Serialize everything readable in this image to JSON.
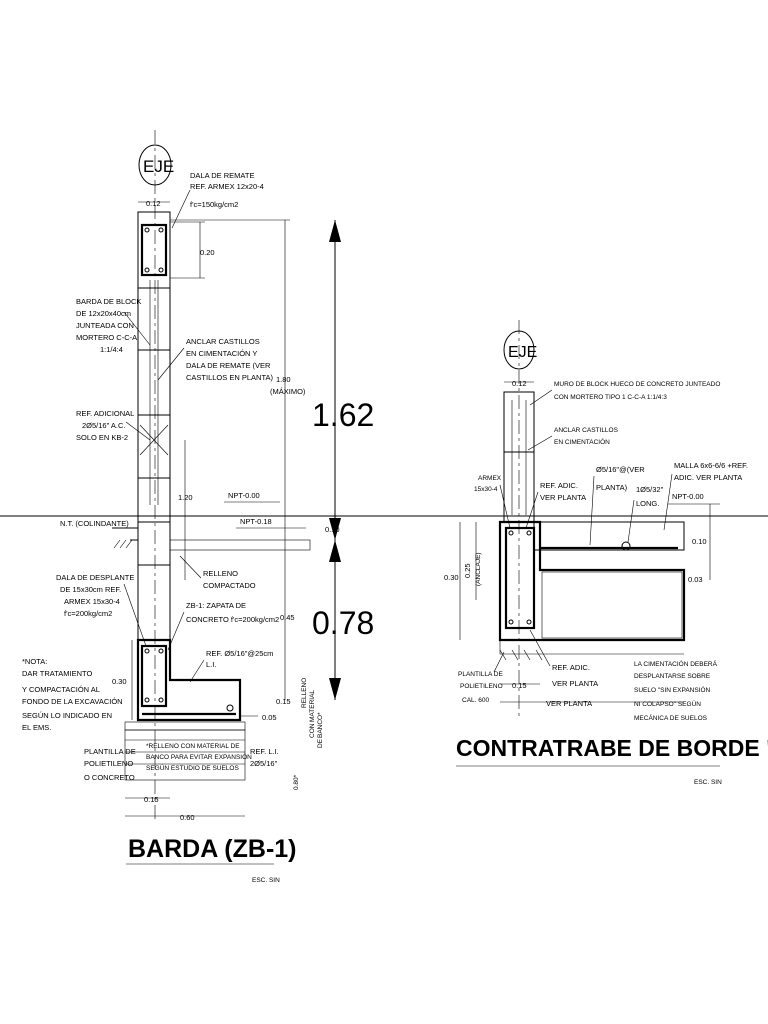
{
  "zb1": {
    "axis": "EJE",
    "dim_top_width": "0.12",
    "dala_remate": [
      "DALA DE REMATE",
      "REF. ARMEX 12x20-4",
      "f'c=150kg/cm2"
    ],
    "dim_020": "0.20",
    "barda_block": [
      "BARDA DE BLOCK",
      "DE 12x20x40cm",
      "JUNTEADA CON",
      "MORTERO C-C-A",
      "1:1/4:4"
    ],
    "anclar": [
      "ANCLAR CASTILLOS",
      "EN CIMENTACIÓN Y",
      "DALA DE REMATE (VER",
      "CASTILLOS EN PLANTA)"
    ],
    "dim_180": [
      "1.80",
      "(MÁXIMO)"
    ],
    "ref_adicional": [
      "REF. ADICIONAL",
      "2Ø5/16\" A.C.",
      "SOLO EN KB-2"
    ],
    "dim_120": "1.20",
    "npt_000": "NPT-0.00",
    "npt_018": "NPT-0.18",
    "dim_010": "0.10",
    "nt": "N.T. (COLINDANTE)",
    "relleno": [
      "RELLENO",
      "COMPACTADO"
    ],
    "dala_desplante": [
      "DALA DE DESPLANTE",
      "DE 15x30cm REF.",
      "ARMEX 15x30-4",
      "f'c=200kg/cm2"
    ],
    "zapata": [
      "ZB-1: ZAPATA DE",
      "CONCRETO f'c=200kg/cm2"
    ],
    "dim_045": "0.45",
    "ref_li_25": [
      "REF. Ø5/16\"@25cm",
      "L.I."
    ],
    "nota": [
      "*NOTA:",
      "DAR TRATAMIENTO",
      "Y COMPACTACIÓN AL",
      "FONDO DE LA EXCAVACIÓN",
      "SEGÚN LO INDICADO EN",
      "EL EMS."
    ],
    "dim_030": "0.30",
    "dim_015_v": "0.15",
    "dim_005": "0.05",
    "relleno_material": [
      "RELLENO",
      "CON",
      "MATERIAL",
      "DE",
      "BANCO*"
    ],
    "dim_080": "0.80*",
    "plantilla": [
      "PLANTILLA DE",
      "POLIETILENO",
      "O CONCRETO"
    ],
    "relleno_note": [
      "*RELLENO CON MATERIAL DE",
      "BANCO PARA EVITAR EXPANSIÓN",
      "SEGÚN ESTUDIO DE SUELOS"
    ],
    "ref_li": [
      "REF. L.I.",
      "2Ø5/16\""
    ],
    "dim_015_h": "0.15",
    "dim_060": "0.60",
    "title": "BARDA (ZB-1)",
    "scale": "ESC. SIN"
  },
  "big_dims": {
    "upper": "1.62",
    "lower": "0.78"
  },
  "ct": {
    "axis": "EJE",
    "dim_top_width": "0.12",
    "muro": [
      "MURO DE BLOCK HUECO DE CONCRETO JUNTEADO",
      "CON MORTERO TIPO 1 C-C-A 1:1/4:3"
    ],
    "anclar": [
      "ANCLAR CASTILLOS",
      "EN CIMENTACIÓN"
    ],
    "armex": [
      "ARMEX",
      "15x30-4"
    ],
    "ref_adic": [
      "REF. ADIC.",
      "VER PLANTA"
    ],
    "ref_ver": [
      "Ø5/16\"@(VER",
      "PLANTA)"
    ],
    "long": [
      "1Ø5/32\"",
      "LONG."
    ],
    "malla": [
      "MALLA 6x6-6/6 +REF.",
      "ADIC. VER PLANTA"
    ],
    "npt": "NPT-0.00",
    "dim_010": "0.10",
    "dim_003": "0.03",
    "dim_025": [
      "0.25",
      "(ANCLAJE)"
    ],
    "dim_030": "0.30",
    "plantilla": [
      "PLANTILLA DE",
      "POLIETILENO",
      "CAL. 600"
    ],
    "ref_adic_bottom": [
      "REF. ADIC.",
      "VER PLANTA"
    ],
    "dim_015": "0.15",
    "ver_planta": "VER PLANTA",
    "cimentacion_note": [
      "LA CIMENTACIÓN DEBERÁ",
      "DESPLANTARSE SOBRE",
      "SUELO \"SIN EXPANSIÓN",
      "NI COLAPSO\" SEGÚN",
      "MECÁNICA DE SUELOS"
    ],
    "title": "CONTRATRABE DE BORDE \"CT\"",
    "scale": "ESC. SIN"
  },
  "colors": {
    "ink": "#000000",
    "paper": "#ffffff"
  }
}
